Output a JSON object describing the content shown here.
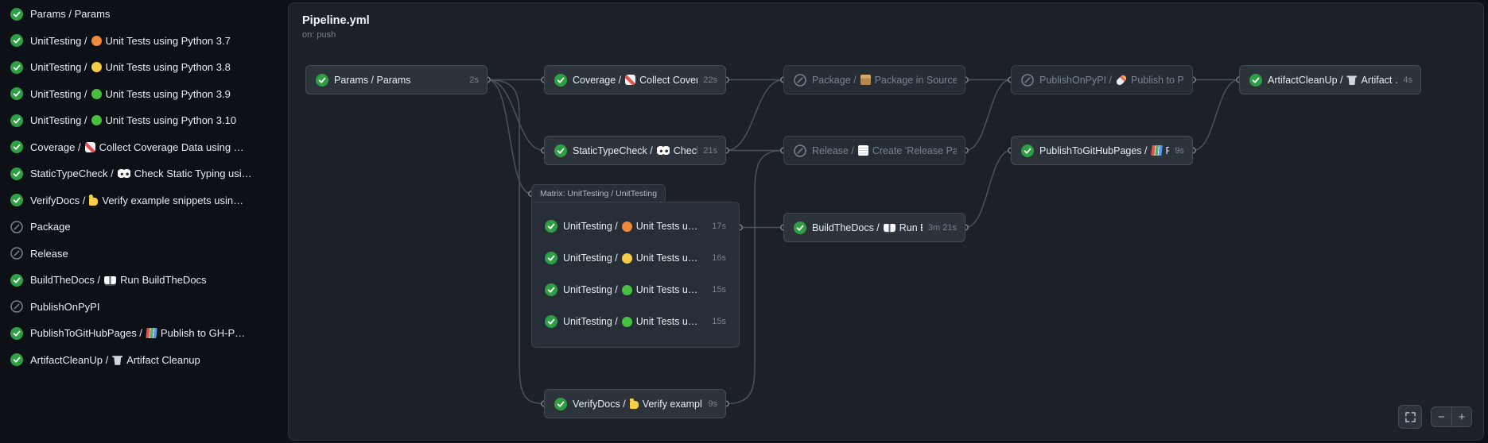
{
  "sidebar": {
    "items": [
      {
        "status": "success",
        "text": "Params / Params"
      },
      {
        "status": "success",
        "before": "UnitTesting /",
        "emoji": "orange-circle",
        "after": "Unit Tests using Python 3.7"
      },
      {
        "status": "success",
        "before": "UnitTesting /",
        "emoji": "yellow-circle",
        "after": "Unit Tests using Python 3.8"
      },
      {
        "status": "success",
        "before": "UnitTesting /",
        "emoji": "green-circle",
        "after": "Unit Tests using Python 3.9"
      },
      {
        "status": "success",
        "before": "UnitTesting /",
        "emoji": "green-circle",
        "after": "Unit Tests using Python 3.10"
      },
      {
        "status": "success",
        "before": "Coverage /",
        "emoji": "chart-increasing",
        "after": "Collect Coverage Data using …"
      },
      {
        "status": "success",
        "before": "StaticTypeCheck /",
        "emoji": "eyes",
        "after": "Check Static Typing usi…"
      },
      {
        "status": "success",
        "before": "VerifyDocs /",
        "emoji": "thumbs-up",
        "after": "Verify example snippets usin…"
      },
      {
        "status": "skipped",
        "text": "Package"
      },
      {
        "status": "skipped",
        "text": "Release"
      },
      {
        "status": "success",
        "before": "BuildTheDocs /",
        "emoji": "open-book",
        "after": "Run BuildTheDocs"
      },
      {
        "status": "skipped",
        "text": "PublishOnPyPI"
      },
      {
        "status": "success",
        "before": "PublishToGitHubPages /",
        "emoji": "books",
        "after": "Publish to GH-P…"
      },
      {
        "status": "success",
        "before": "ArtifactCleanUp /",
        "emoji": "wastebasket",
        "after": "Artifact Cleanup"
      }
    ]
  },
  "canvas": {
    "title": "Pipeline.yml",
    "trigger": "on: push",
    "nodes": {
      "params": {
        "status": "success",
        "text": "Params / Params",
        "duration": "2s"
      },
      "coverage": {
        "status": "success",
        "before": "Coverage /",
        "emoji": "chart-increasing",
        "after": "Collect Cover…",
        "duration": "22s"
      },
      "static_type_check": {
        "status": "success",
        "before": "StaticTypeCheck /",
        "emoji": "eyes",
        "after": "Check …",
        "duration": "21s"
      },
      "package": {
        "status": "skipped",
        "before": "Package /",
        "emoji": "package",
        "after": "Package in Source…"
      },
      "release": {
        "status": "skipped",
        "before": "Release /",
        "emoji": "memo",
        "after": "Create 'Release Pa…"
      },
      "publish_on_pypi": {
        "status": "skipped",
        "before": "PublishOnPyPI /",
        "emoji": "rocket",
        "after": "Publish to P…"
      },
      "publish_to_github_pages": {
        "status": "success",
        "before": "PublishToGitHubPages /",
        "emoji": "books",
        "after": "P…",
        "duration": "9s"
      },
      "artifact_cleanup": {
        "status": "success",
        "before": "ArtifactCleanUp /",
        "emoji": "wastebasket",
        "after": "Artifact …",
        "duration": "4s"
      },
      "build_the_docs": {
        "status": "success",
        "before": "BuildTheDocs /",
        "emoji": "open-book",
        "after": "Run B…",
        "duration": "3m 21s"
      },
      "verify_docs": {
        "status": "success",
        "before": "VerifyDocs /",
        "emoji": "thumbs-up",
        "after": "Verify exampl…",
        "duration": "9s"
      }
    },
    "matrix": {
      "label": "Matrix: UnitTesting / UnitTesting",
      "jobs": [
        {
          "status": "success",
          "before": "UnitTesting /",
          "emoji": "orange-circle",
          "after": "Unit Tests u…",
          "duration": "17s"
        },
        {
          "status": "success",
          "before": "UnitTesting /",
          "emoji": "yellow-circle",
          "after": "Unit Tests u…",
          "duration": "16s"
        },
        {
          "status": "success",
          "before": "UnitTesting /",
          "emoji": "green-circle",
          "after": "Unit Tests u…",
          "duration": "15s"
        },
        {
          "status": "success",
          "before": "UnitTesting /",
          "emoji": "green-circle",
          "after": "Unit Tests u…",
          "duration": "15s"
        }
      ]
    },
    "controls": {
      "zoom_out": "−",
      "zoom_in": "+"
    }
  },
  "colors": {
    "page_bg": "#0d1117",
    "canvas_bg": "#1c2128",
    "node_bg": "#2d333b",
    "node_border": "#444c56",
    "success_green": "#2ea043",
    "skipped_gray": "#768390",
    "edge_gray": "#4a525d",
    "text_primary": "#e6edf3"
  }
}
